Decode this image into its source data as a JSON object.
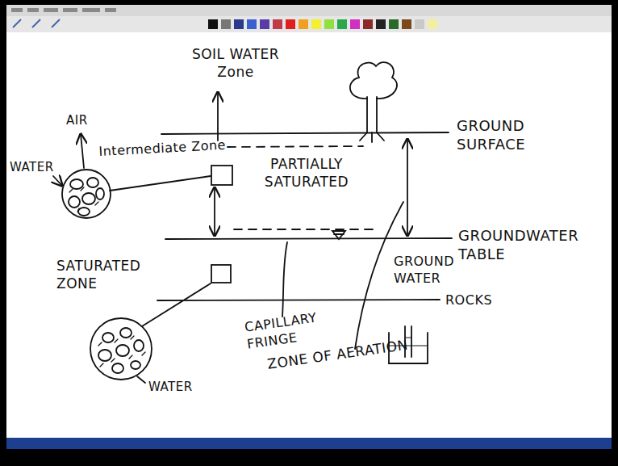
{
  "diagram": {
    "labels": [
      "SOIL WATER Zone",
      "AIR",
      "WATER",
      "Intermediate Zone",
      "PARTIALLY SATURATED",
      "GROUND SURFACE",
      "GROUNDWATER TABLE",
      "SATURATED ZONE",
      "GROUND WATER",
      "ROCKS",
      "CAPILLARY FRINGE",
      "ZONE OF AERATION",
      "WATER"
    ]
  }
}
